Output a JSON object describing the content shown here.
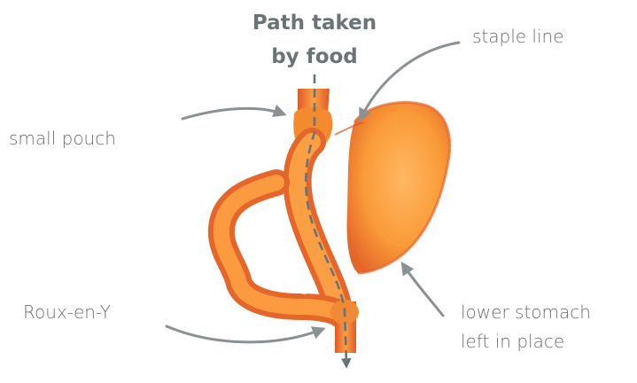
{
  "title": {
    "line1": "Path taken",
    "line2": "by food"
  },
  "labels": {
    "small_pouch": "small pouch",
    "staple_line": "staple line",
    "roux_en_y": "Roux-en-Y",
    "lower_stomach_line1": "lower stomach",
    "lower_stomach_line2": "left in place"
  },
  "colors": {
    "organ_light": "#ffb25e",
    "organ_mid": "#f8922e",
    "organ_dark": "#e4662a",
    "label_text": "#6e6e6e",
    "title_text": "#6a7477",
    "arrow": "#8a9194"
  }
}
